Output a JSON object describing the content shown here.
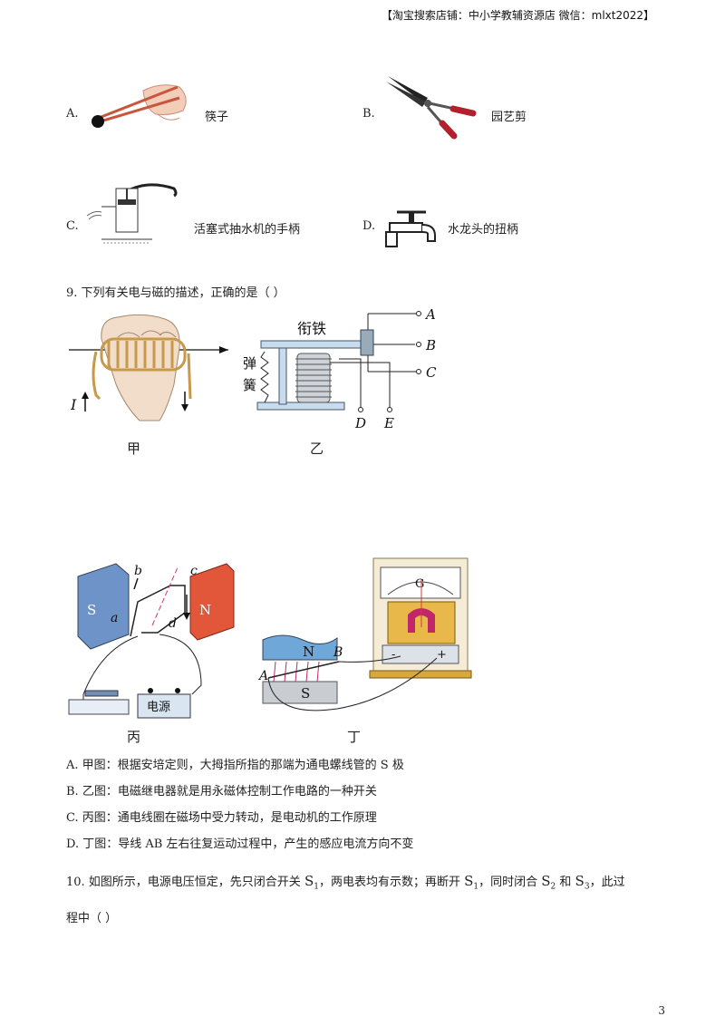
{
  "header": {
    "shop_note": "【淘宝搜索店铺：中小学教辅资源店  微信：mlxt2022】"
  },
  "q8_options": [
    {
      "letter": "A.",
      "label": "筷子"
    },
    {
      "letter": "B.",
      "label": "园艺剪"
    },
    {
      "letter": "C.",
      "label": "活塞式抽水机的手柄"
    },
    {
      "letter": "D.",
      "label": "水龙头的扭柄"
    }
  ],
  "q9": {
    "stem": "9. 下列有关电与磁的描述，正确的是（        ）",
    "fig_jia": {
      "caption": "甲",
      "current_label": "I"
    },
    "fig_yi": {
      "caption": "乙",
      "armature": "衔铁",
      "spring": "弹簧",
      "spring_char1": "弹",
      "spring_char2": "簧",
      "terminals": [
        "A",
        "B",
        "C",
        "D",
        "E"
      ]
    },
    "fig_bing": {
      "caption": "丙",
      "pole_s": "S",
      "pole_n": "N",
      "points": [
        "a",
        "b",
        "c",
        "d"
      ],
      "power_label": "电源"
    },
    "fig_ding": {
      "caption": "丁",
      "pole_n": "N",
      "pole_s": "S",
      "wire_a": "A",
      "wire_b": "B",
      "meter_g": "G",
      "minus": "-",
      "plus": "+"
    },
    "options": [
      "A. 甲图：根据安培定则，大拇指所指的那端为通电螺线管的 S 极",
      "B. 乙图：电磁继电器就是用永磁体控制工作电路的一种开关",
      "C. 丙图：通电线圈在磁场中受力转动，是电动机的工作原理",
      "D. 丁图：导线 AB 左右往复运动过程中，产生的感应电流方向不变"
    ]
  },
  "q10": {
    "part1": "10. 如图所示，电源电压恒定，先只闭合开关 ",
    "s": "S",
    "s1_sub": "1",
    "part2": "，两电表均有示数；再断开 ",
    "part3": "，同时闭合 ",
    "s2_sub": "2",
    "and": " 和 ",
    "s3_sub": "3",
    "part4": "，此过",
    "line2": "程中（        ）"
  },
  "page_number": "3"
}
